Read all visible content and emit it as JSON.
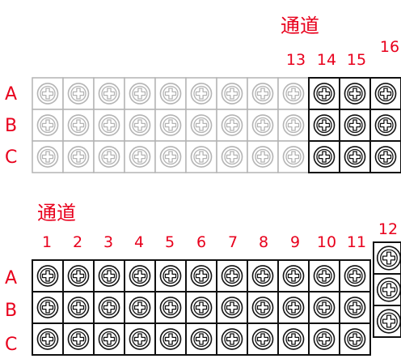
{
  "upper_block": {
    "channel_label": "通道",
    "channel_numbers": [
      "13",
      "14",
      "15",
      "16"
    ],
    "row_labels": [
      "A",
      "B",
      "C"
    ],
    "inactive_columns": 9,
    "active_columns": 3,
    "side_terminal_count": 3
  },
  "lower_block": {
    "channel_label": "通道",
    "channel_numbers": [
      "1",
      "2",
      "3",
      "4",
      "5",
      "6",
      "7",
      "8",
      "9",
      "10",
      "11",
      "12"
    ],
    "row_labels": [
      "A",
      "B",
      "C"
    ],
    "active_columns": 11,
    "side_terminal_count": 3
  },
  "colors": {
    "label_red": "#e8001c",
    "active_stroke": "#111111",
    "inactive_stroke": "#b4b4b4"
  }
}
